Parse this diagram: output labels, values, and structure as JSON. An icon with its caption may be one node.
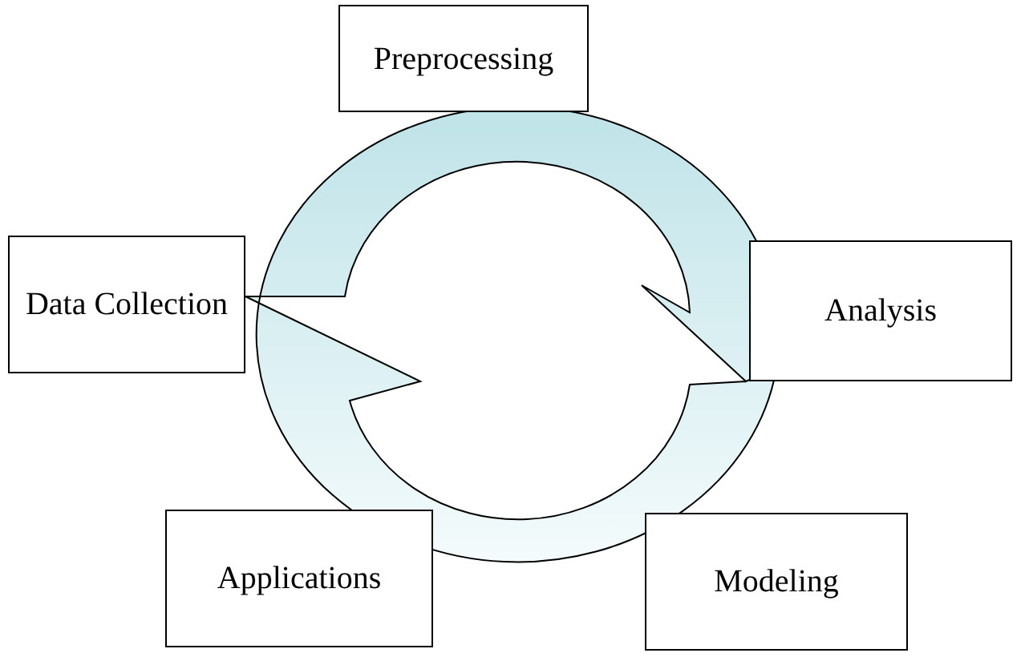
{
  "diagram": {
    "nodes": [
      {
        "text": [
          "Preprocessing"
        ]
      },
      {
        "text": [
          "Data Collection"
        ]
      },
      {
        "text": [
          "Analysis"
        ]
      },
      {
        "text": [
          "Applications"
        ]
      },
      {
        "text": [
          "Modeling"
        ]
      }
    ]
  }
}
